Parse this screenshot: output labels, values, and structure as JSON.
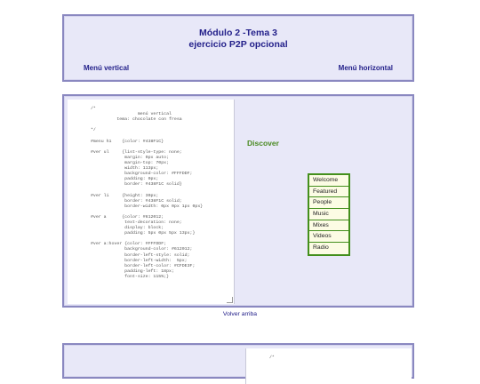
{
  "header": {
    "title_line1": "Módulo 2 -Tema 3",
    "title_line2": "ejercicio P2P opcional",
    "nav_vertical": "Menú vertical",
    "nav_horizontal": "Menú horizontal"
  },
  "code": {
    "text": "/*\n                  menú vertical\n          tema: chocolate con fresa\n\n*/\n\n#menu h1    {color: #438F1C}\n\n#ver ul     {list-style-type: none;\n             margin: 0px auto;\n             margin-top: 70px;\n             width: 113px;\n             background-color: #FFFDDF;\n             padding: 0px;\n             border: #438F1C solid}\n\n#ver li     {height: 30px;\n             border: #438F1C solid;\n             border-width: 0px 0px 1px 0px}\n\n#ver a      {color: #612012;\n             text-decoration: none;\n             display: block;\n             padding: 5px 0px 5px 13px;}\n\n#ver a:hover {color: #FFFDDF;\n             background-color: #612012;\n             border-left-style: solid;\n             border-left-width:  5px;\n             border-left-color: #CFDE3F;\n             padding-left: 18px;\n             font-size: 115%;}"
  },
  "demo": {
    "heading": "Discover",
    "menu_items": [
      "Welcome",
      "Featured",
      "People",
      "Music",
      "Mixes",
      "Videos",
      "Radio"
    ]
  },
  "footer": {
    "back_to_top": "Volver arriba"
  },
  "bottom": {
    "code_start": "/*"
  }
}
